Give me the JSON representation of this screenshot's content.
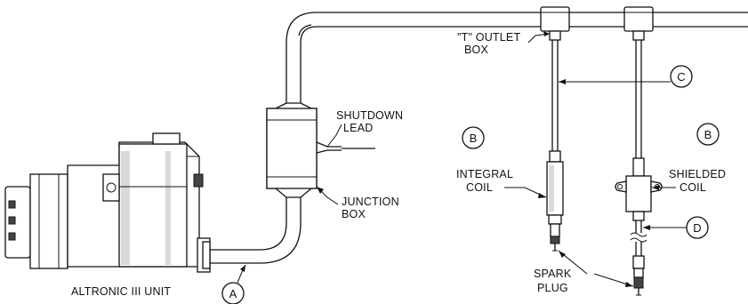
{
  "labels": {
    "altronic_unit": "ALTRONIC III UNIT",
    "shutdown_lead_1": "SHUTDOWN",
    "shutdown_lead_2": "LEAD",
    "junction_box_1": "JUNCTION",
    "junction_box_2": "BOX",
    "t_outlet_box_1": "\"T\" OUTLET",
    "t_outlet_box_2": "BOX",
    "integral_coil_1": "INTEGRAL",
    "integral_coil_2": "COIL",
    "shielded_coil_1": "SHIELDED",
    "shielded_coil_2": "COIL",
    "spark_plug_1": "SPARK",
    "spark_plug_2": "PLUG"
  },
  "callouts": {
    "a": "A",
    "b_integral": "B",
    "b_shielded": "B",
    "c": "C",
    "d": "D"
  }
}
